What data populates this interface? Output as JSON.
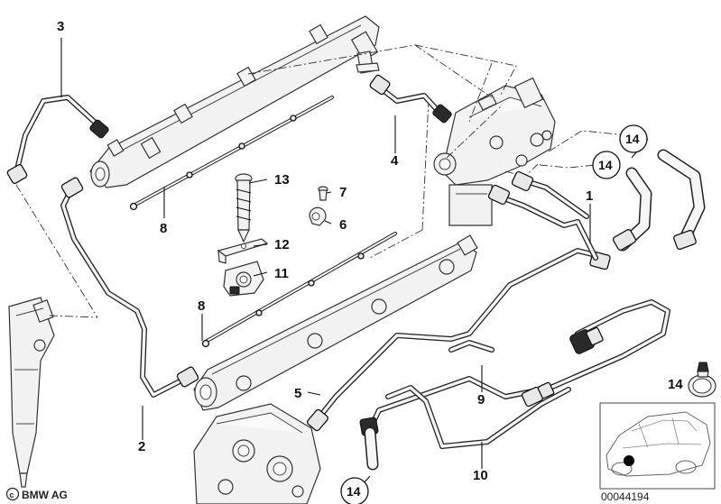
{
  "diagram": {
    "callouts": {
      "c1": "1",
      "c2": "2",
      "c3": "3",
      "c4": "4",
      "c5": "5",
      "c6": "6",
      "c7": "7",
      "c8a": "8",
      "c8b": "8",
      "c9": "9",
      "c10": "10",
      "c11": "11",
      "c12": "12",
      "c13": "13",
      "c14inset": "14"
    },
    "circled_callouts": {
      "h1": "14",
      "h2": "14",
      "h3": "14"
    },
    "footer": {
      "brand": "BMW AG",
      "diagram_number": "00044194"
    }
  }
}
